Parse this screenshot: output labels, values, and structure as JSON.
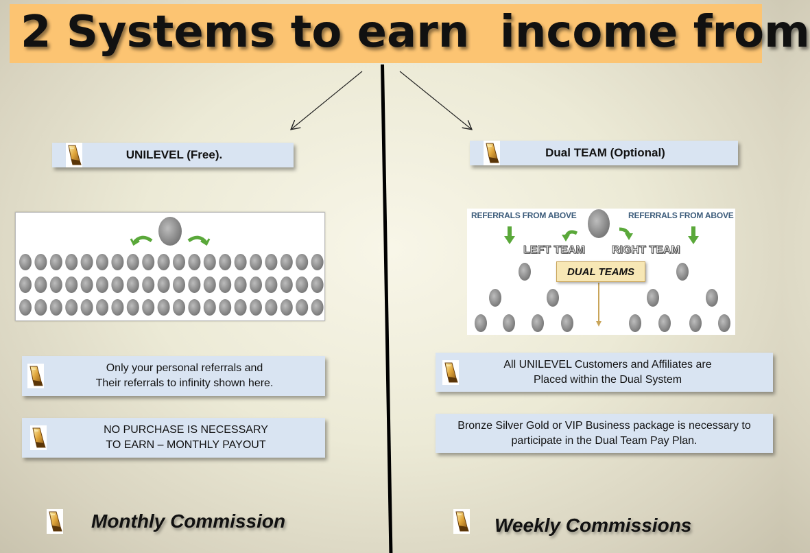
{
  "title": "2 Systems to earn  income from",
  "left": {
    "heading": "UNILEVEL (Free).",
    "info_1": "Only your personal referrals and\nTheir referrals to infinity shown here.",
    "info_2": "NO PURCHASE IS NECESSARY\nTO EARN – MONTHLY PAYOUT",
    "footer": "Monthly Commission"
  },
  "right": {
    "heading": "Dual  TEAM (Optional)",
    "info_1": "All UNILEVEL Customers and Affiliates are\nPlaced within the Dual System",
    "info_2": "Bronze Silver Gold or VIP Business package is necessary to\nparticipate in the Dual Team Pay Plan.",
    "footer": "Weekly Commissions"
  },
  "dual_diagram": {
    "referrals_left": "REFERRALS FROM ABOVE",
    "referrals_right": "REFERRALS FROM ABOVE",
    "left_team": "LEFT TEAM",
    "right_team": "RIGHT TEAM",
    "dual_teams": "DUAL TEAMS"
  },
  "colors": {
    "banner": "#fcc472",
    "box": "#d9e4f2",
    "arrow_green": "#5aa83a",
    "node_gray": "#8c8c8c"
  },
  "icons": {
    "box_icon": "gold-bar-icon",
    "footer_icon": "gold-bar-icon"
  }
}
